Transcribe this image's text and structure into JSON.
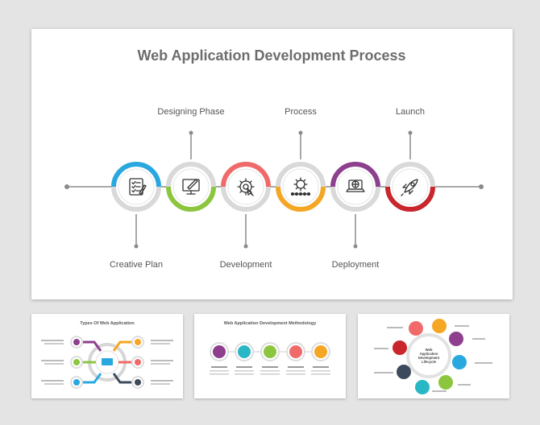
{
  "main": {
    "title": "Web Application Development Process",
    "steps": [
      {
        "label": "Creative Plan",
        "color": "#29a8e0",
        "icon": "checklist-icon"
      },
      {
        "label": "Designing Phase",
        "color": "#8cc63f",
        "icon": "monitor-pen-icon"
      },
      {
        "label": "Development",
        "color": "#f06a6a",
        "icon": "gear-cursor-icon"
      },
      {
        "label": "Process",
        "color": "#f5a623",
        "icon": "gear-network-icon"
      },
      {
        "label": "Deployment",
        "color": "#8e3f8e",
        "icon": "laptop-globe-icon"
      },
      {
        "label": "Launch",
        "color": "#c9262e",
        "icon": "rocket-icon"
      }
    ]
  },
  "thumbnails": [
    {
      "title": "Types Of Web Application"
    },
    {
      "title": "Web Application Development Methodology"
    },
    {
      "center_lines": [
        "Web",
        "Application",
        "Development",
        "Lifecycle"
      ]
    }
  ]
}
